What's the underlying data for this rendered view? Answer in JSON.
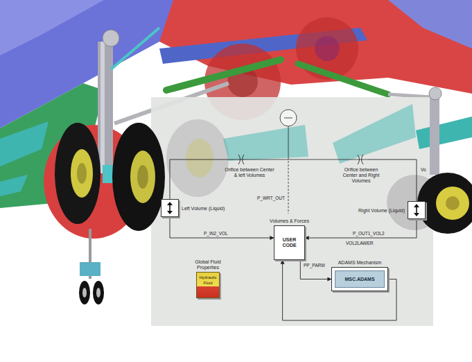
{
  "diagram": {
    "nodes": [
      {
        "text": [
          "Orifice between Center & left Volumes"
        ]
      },
      {
        "text": [
          "Orifice between Center and Right Volumes"
        ]
      },
      {
        "text": [
          "Left Volume (Liquid)"
        ]
      },
      {
        "text": [
          "Right Volume (Liquid)"
        ]
      },
      {
        "text": [
          "Volumes & Forces",
          "USER CODE"
        ]
      },
      {
        "text": [
          "Global Fluid Properties",
          "Hydraulic Fluid"
        ]
      },
      {
        "text": [
          "ADAMS Mechanism",
          "MSC.ADAMS"
        ]
      }
    ],
    "edges": [
      {
        "from": 0,
        "to": 2,
        "arrow": "none"
      },
      {
        "from": 1,
        "to": 3,
        "arrow": "none"
      },
      {
        "from": 2,
        "to": 4,
        "label": "P_IN2_VOL",
        "arrow": "to"
      },
      {
        "from": 3,
        "to": 4,
        "label": "P_OUT1_VOL2",
        "arrow": "to"
      },
      {
        "from": 4,
        "to": 6,
        "label": "PP_PARM",
        "arrow": "to"
      },
      {
        "from": 6,
        "to": 4,
        "arrow": "to"
      }
    ],
    "labels": [
      "P_WRT_OUT",
      "VOL2LAWER",
      "Vo"
    ]
  }
}
